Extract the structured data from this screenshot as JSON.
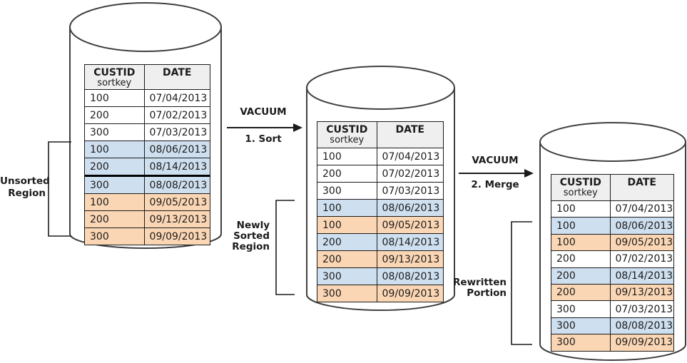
{
  "colors": {
    "band_blue": "#cedfef",
    "band_orange": "#fbd6b4",
    "header_bg": "#efefef",
    "outline": "#3f3f3f",
    "line": "#1b1b1b"
  },
  "cylinders": [
    {
      "name": "original table with unsorted region",
      "table": {
        "header": {
          "col1_title": "CUSTID",
          "col1_sub": "sortkey",
          "col2_title": "DATE"
        },
        "rows": [
          {
            "custid": "100",
            "date": "07/04/2013",
            "band": "white"
          },
          {
            "custid": "200",
            "date": "07/02/2013",
            "band": "white"
          },
          {
            "custid": "300",
            "date": "07/03/2013",
            "band": "white"
          },
          {
            "custid": "100",
            "date": "08/06/2013",
            "band": "blue"
          },
          {
            "custid": "200",
            "date": "08/14/2013",
            "band": "blue"
          },
          {
            "custid": "300",
            "date": "08/08/2013",
            "band": "blue",
            "thick_top": true
          },
          {
            "custid": "100",
            "date": "09/05/2013",
            "band": "orange"
          },
          {
            "custid": "200",
            "date": "09/13/2013",
            "band": "orange"
          },
          {
            "custid": "300",
            "date": "09/09/2013",
            "band": "orange"
          }
        ]
      }
    },
    {
      "name": "table after vacuum sort",
      "table": {
        "header": {
          "col1_title": "CUSTID",
          "col1_sub": "sortkey",
          "col2_title": "DATE"
        },
        "rows": [
          {
            "custid": "100",
            "date": "07/04/2013",
            "band": "white"
          },
          {
            "custid": "200",
            "date": "07/02/2013",
            "band": "white"
          },
          {
            "custid": "300",
            "date": "07/03/2013",
            "band": "white"
          },
          {
            "custid": "100",
            "date": "08/06/2013",
            "band": "blue"
          },
          {
            "custid": "100",
            "date": "09/05/2013",
            "band": "orange"
          },
          {
            "custid": "200",
            "date": "08/14/2013",
            "band": "blue"
          },
          {
            "custid": "200",
            "date": "09/13/2013",
            "band": "orange"
          },
          {
            "custid": "300",
            "date": "08/08/2013",
            "band": "blue"
          },
          {
            "custid": "300",
            "date": "09/09/2013",
            "band": "orange"
          }
        ]
      }
    },
    {
      "name": "table after vacuum merge",
      "table": {
        "header": {
          "col1_title": "CUSTID",
          "col1_sub": "sortkey",
          "col2_title": "DATE"
        },
        "rows": [
          {
            "custid": "100",
            "date": "07/04/2013",
            "band": "white"
          },
          {
            "custid": "100",
            "date": "08/06/2013",
            "band": "blue"
          },
          {
            "custid": "100",
            "date": "09/05/2013",
            "band": "orange"
          },
          {
            "custid": "200",
            "date": "07/02/2013",
            "band": "white"
          },
          {
            "custid": "200",
            "date": "08/14/2013",
            "band": "blue"
          },
          {
            "custid": "200",
            "date": "09/13/2013",
            "band": "orange"
          },
          {
            "custid": "300",
            "date": "07/03/2013",
            "band": "white"
          },
          {
            "custid": "300",
            "date": "08/08/2013",
            "band": "blue"
          },
          {
            "custid": "300",
            "date": "09/09/2013",
            "band": "orange"
          }
        ]
      }
    }
  ],
  "arrows": [
    {
      "top_label": "VACUUM",
      "bottom_label": "1. Sort"
    },
    {
      "top_label": "VACUUM",
      "bottom_label": "2. Merge"
    }
  ],
  "region_labels": {
    "unsorted": "Unsorted\nRegion",
    "newly_sorted": "Newly\nSorted\nRegion",
    "rewritten": "Rewritten\nPortion"
  }
}
